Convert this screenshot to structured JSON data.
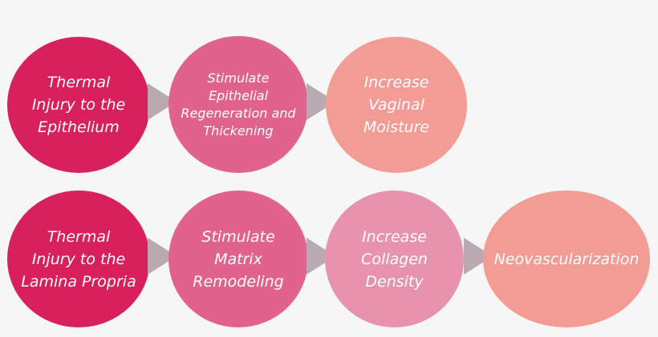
{
  "colors": {
    "background": "#f6f6f6",
    "arrow": "#b9aab2",
    "text": "#ffffff",
    "deep_pink": "#d8205c",
    "medium_pink": "#e0628d",
    "light_pink": "#e793ad",
    "salmon": "#f39b95"
  },
  "rows": [
    {
      "nodes": [
        {
          "label": "Thermal\nInjury to the\nEpithelium",
          "color": "#d8205c"
        },
        {
          "label": "Stimulate\nEpithelial\nRegeneration and\nThickening",
          "color": "#e0628d"
        },
        {
          "label": "Increase\nVaginal\nMoisture",
          "color": "#f39b95"
        }
      ]
    },
    {
      "nodes": [
        {
          "label": "Thermal\nInjury to the\nLamina Propria",
          "color": "#d8205c"
        },
        {
          "label": "Stimulate\nMatrix\nRemodeling",
          "color": "#e0628d"
        },
        {
          "label": "Increase\nCollagen\nDensity",
          "color": "#e793ad"
        },
        {
          "label": "Neovascularization",
          "color": "#f39b95"
        }
      ]
    }
  ]
}
